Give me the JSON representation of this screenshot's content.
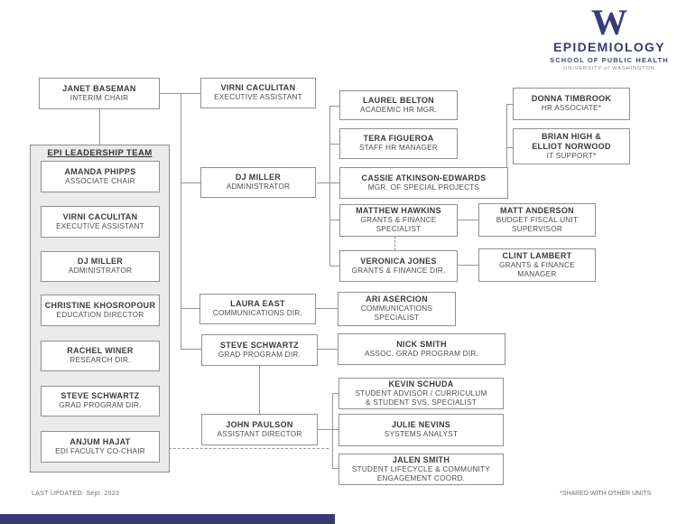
{
  "logo": {
    "w": "W",
    "title": "EPIDEMIOLOGY",
    "subtitle": "SCHOOL OF PUBLIC HEALTH",
    "university": "UNIVERSITY of WASHINGTON"
  },
  "leadership_panel": {
    "header": "EPI LEADERSHIP TEAM",
    "members": [
      {
        "name": "AMANDA PHIPPS",
        "role": "ASSOCIATE CHAIR"
      },
      {
        "name": "VIRNI CACULITAN",
        "role": "EXECUTIVE ASSISTANT"
      },
      {
        "name": "DJ MILLER",
        "role": "ADMINISTRATOR"
      },
      {
        "name": "CHRISTINE KHOSROPOUR",
        "role": "EDUCATION DIRECTOR"
      },
      {
        "name": "RACHEL WINER",
        "role": "RESEARCH DIR."
      },
      {
        "name": "STEVE SCHWARTZ",
        "role": "GRAD PROGRAM DIR."
      },
      {
        "name": "ANJUM HAJAT",
        "role": "EDI FACULTY CO-CHAIR"
      }
    ]
  },
  "boxes": {
    "janet_baseman": {
      "name": "JANET BASEMAN",
      "role": "INTERIM CHAIR"
    },
    "virni_caculitan": {
      "name": "VIRNI CACULITAN",
      "role": "EXECUTIVE ASSISTANT"
    },
    "dj_miller": {
      "name": "DJ MILLER",
      "role": "ADMINISTRATOR"
    },
    "laura_east": {
      "name": "LAURA EAST",
      "role": "COMMUNICATIONS DIR."
    },
    "steve_schwartz": {
      "name": "STEVE SCHWARTZ",
      "role": "GRAD PROGRAM DIR."
    },
    "john_paulson": {
      "name": "JOHN PAULSON",
      "role": "ASSISTANT DIRECTOR"
    },
    "laurel_belton": {
      "name": "LAUREL BELTON",
      "role": "ACADEMIC HR MGR."
    },
    "tera_figueroa": {
      "name": "TERA FIGUEROA",
      "role": "STAFF HR MANAGER"
    },
    "cassie_atkinson": {
      "name": "CASSIE ATKINSON-EDWARDS",
      "role": "MGR. OF SPECIAL PROJECTS"
    },
    "matthew_hawkins": {
      "name": "MATTHEW HAWKINS",
      "role": "GRANTS & FINANCE\nSPECIALIST"
    },
    "veronica_jones": {
      "name": "VERONICA JONES",
      "role": "GRANTS & FINANCE DIR."
    },
    "ari_asercion": {
      "name": "ARI ASERCION",
      "role": "COMMUNICATIONS\nSPECIALIST"
    },
    "nick_smith": {
      "name": "NICK SMITH",
      "role": "ASSOC. GRAD PROGRAM DIR."
    },
    "kevin_schuda": {
      "name": "KEVIN SCHUDA",
      "role": "STUDENT ADVISOR / CURRICULUM\n& STUDENT SVS. SPECIALIST"
    },
    "julie_nevins": {
      "name": "JULIE NEVINS",
      "role": "SYSTEMS ANALYST"
    },
    "jalen_smith": {
      "name": "JALEN SMITH",
      "role": "STUDENT LIFECYCLE & COMMUNITY\nENGAGEMENT COORD."
    },
    "donna_timbrook": {
      "name": "DONNA TIMBROOK",
      "role": "HR ASSOCIATE*"
    },
    "brian_elliot": {
      "name": "BRIAN HIGH &\nELLIOT NORWOOD",
      "role": "IT SUPPORT*"
    },
    "matt_anderson": {
      "name": "MATT ANDERSON",
      "role": "BUDGET FISCAL UNIT\nSUPERVISOR"
    },
    "clint_lambert": {
      "name": "CLINT LAMBERT",
      "role": "GRANTS & FINANCE\nMANAGER"
    }
  },
  "footer": {
    "last_updated": "LAST UPDATED: Sept. 2023",
    "shared_note": "*SHARED WITH OTHER UNITS"
  },
  "colors": {
    "brand_purple": "#373b76",
    "accent_bar": "#353a6f",
    "box_border": "#8f8f8f",
    "panel_background": "#eaeaea",
    "connector_gray": "#949494"
  }
}
